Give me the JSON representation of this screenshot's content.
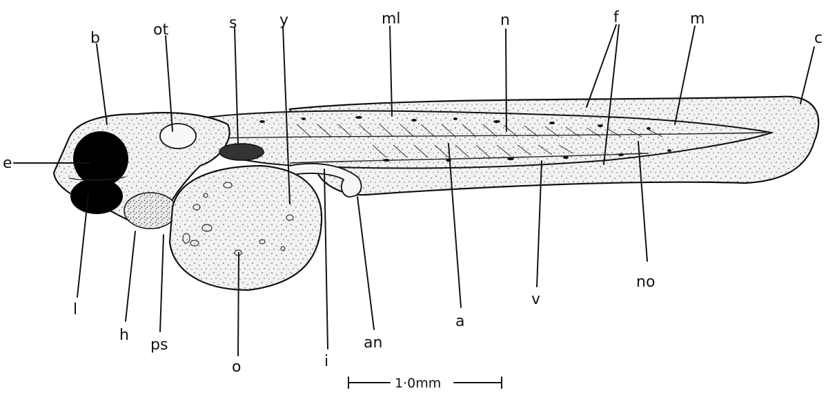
{
  "labels": {
    "b": "b",
    "ot": "ot",
    "s": "s",
    "y": "y",
    "ml": "ml",
    "n": "n",
    "f": "f",
    "m": "m",
    "c": "c",
    "e": "e",
    "l": "l",
    "h": "h",
    "ps": "ps",
    "o": "o",
    "i": "i",
    "an": "an",
    "a": "a",
    "v": "v",
    "no": "no"
  },
  "scale_bar": {
    "label": "1·0mm"
  },
  "colors": {
    "ink": "#111111",
    "paper": "#ffffff",
    "eye": "#000000"
  }
}
